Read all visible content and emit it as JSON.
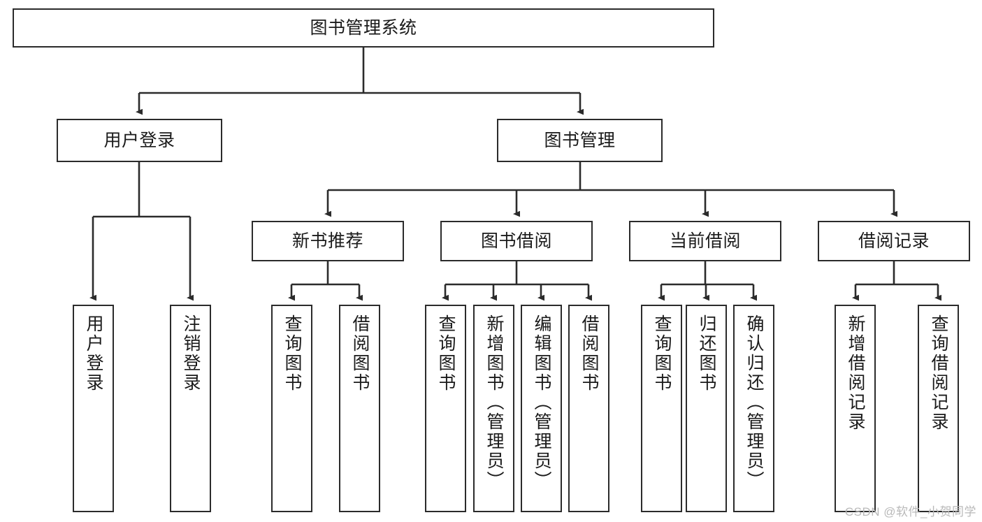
{
  "diagram": {
    "type": "tree-hierarchy",
    "title": "图书管理系统",
    "watermark": "CSDN @软件_小贺同学",
    "colors": {
      "stroke": "#2b2b2b",
      "fill": "#ffffff",
      "text": "#1a1a1a",
      "watermark": "#b9b9b9"
    },
    "levels": {
      "root": {
        "label": "图书管理系统",
        "orientation": "horizontal"
      },
      "level2": [
        {
          "label": "用户登录",
          "orientation": "horizontal"
        },
        {
          "label": "图书管理",
          "orientation": "horizontal"
        }
      ],
      "level3": [
        {
          "label": "新书推荐",
          "orientation": "horizontal"
        },
        {
          "label": "图书借阅",
          "orientation": "horizontal"
        },
        {
          "label": "当前借阅",
          "orientation": "horizontal"
        },
        {
          "label": "借阅记录",
          "orientation": "horizontal"
        }
      ],
      "leaves": [
        {
          "label": "用户登录",
          "parent": "用户登录",
          "orientation": "vertical"
        },
        {
          "label": "注销登录",
          "parent": "用户登录",
          "orientation": "vertical"
        },
        {
          "label": "查询图书",
          "parent": "新书推荐",
          "orientation": "vertical"
        },
        {
          "label": "借阅图书",
          "parent": "新书推荐",
          "orientation": "vertical"
        },
        {
          "label": "查询图书",
          "parent": "图书借阅",
          "orientation": "vertical"
        },
        {
          "label": "新增图书（管理员）",
          "parent": "图书借阅",
          "orientation": "vertical"
        },
        {
          "label": "编辑图书（管理员）",
          "parent": "图书借阅",
          "orientation": "vertical"
        },
        {
          "label": "借阅图书",
          "parent": "图书借阅",
          "orientation": "vertical"
        },
        {
          "label": "查询图书",
          "parent": "当前借阅",
          "orientation": "vertical"
        },
        {
          "label": "归还图书",
          "parent": "当前借阅",
          "orientation": "vertical"
        },
        {
          "label": "确认归还（管理员）",
          "parent": "当前借阅",
          "orientation": "vertical"
        },
        {
          "label": "新增借阅记录",
          "parent": "借阅记录",
          "orientation": "vertical"
        },
        {
          "label": "查询借阅记录",
          "parent": "借阅记录",
          "orientation": "vertical"
        }
      ]
    }
  }
}
